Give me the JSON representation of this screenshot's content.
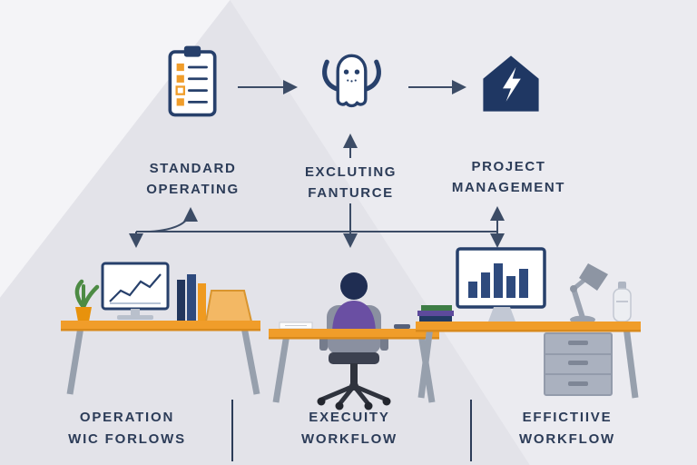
{
  "title": "workflow-illustration",
  "colors": {
    "navy": "#27406b",
    "navy_dark": "#1f2d52",
    "orange": "#f09d2a",
    "orange_dark": "#d98a1c",
    "purple": "#6a4fa3",
    "green": "#4d8b44",
    "gray_leg": "#97a0ad",
    "gray_steel": "#9aa2b0",
    "line": "#3c4c66",
    "text_dark": "#2c3c58",
    "bg_base": "#e3e3e9",
    "bg_mid": "#ebebf0",
    "bg_light": "#f4f4f7"
  },
  "flow": {
    "steps": [
      {
        "icon": "checklist-clipboard-icon",
        "label_line1": "STANDARD",
        "label_line2": "OPERATING"
      },
      {
        "icon": "robot-icon",
        "label_line1": "EXCLUTING",
        "label_line2": "FANTURCE"
      },
      {
        "icon": "house-bolt-icon",
        "label_line1": "PROJECT",
        "label_line2": "MANAGEMENT"
      }
    ]
  },
  "workstations": [
    {
      "scene": "desk-with-monitor-plant-books",
      "caption_line1": "OPERATION",
      "caption_line2": "WIC FORLOWS"
    },
    {
      "scene": "person-seated-at-desk",
      "caption_line1": "EXECUITY",
      "caption_line2": "WORKFLOW"
    },
    {
      "scene": "desk-with-monitor-lamp-drawers",
      "caption_line1": "EFFICTIIVE",
      "caption_line2": "WORKFLOW"
    }
  ]
}
